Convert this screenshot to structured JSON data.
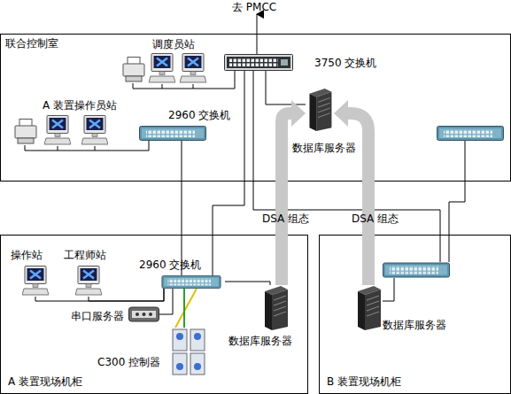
{
  "diagram": {
    "nodes": [
      {
        "text": [
          "联合控制室"
        ]
      },
      {
        "text": [
          "调度员站"
        ],
        "in": 0
      },
      {
        "text": [
          "3750 交换机"
        ],
        "in": 0
      },
      {
        "text": [
          "A 装置操作员站"
        ],
        "in": 0
      },
      {
        "text": [
          "2960 交换机"
        ],
        "in": 0
      },
      {
        "text": [
          "数据库服务器"
        ],
        "in": 0
      },
      {
        "text": [
          "A 装置现场机柜"
        ]
      },
      {
        "text": [
          "操作站"
        ],
        "in": 6
      },
      {
        "text": [
          "工程师站"
        ],
        "in": 6
      },
      {
        "text": [
          "2960 交换机"
        ],
        "in": 6
      },
      {
        "text": [
          "串口服务器"
        ],
        "in": 6
      },
      {
        "text": [
          "C300 控制器"
        ],
        "in": 6
      },
      {
        "text": [
          "数据库服务器"
        ],
        "in": 6
      },
      {
        "text": [
          "B 装置现场机柜"
        ]
      },
      {
        "text": [
          "数据库服务器"
        ],
        "in": 13
      }
    ],
    "edges": [
      {
        "from": 1,
        "to": 2,
        "arrow": "none"
      },
      {
        "from": 2,
        "to": 5,
        "arrow": "none"
      },
      {
        "from": 3,
        "to": 4,
        "arrow": "none"
      },
      {
        "from": 4,
        "to": 9,
        "arrow": "none"
      },
      {
        "from": 2,
        "to": 9,
        "arrow": "none"
      },
      {
        "from": 7,
        "to": 9,
        "arrow": "none"
      },
      {
        "from": 8,
        "to": 9,
        "arrow": "none"
      },
      {
        "from": 10,
        "to": 9,
        "arrow": "none"
      },
      {
        "from": 11,
        "to": 9,
        "arrow": "none"
      },
      {
        "from": 12,
        "to": 9,
        "arrow": "none"
      },
      {
        "from": 12,
        "to": 5,
        "label": "DSA 组态",
        "arrow": "to"
      },
      {
        "from": 14,
        "to": 5,
        "label": "DSA 组态",
        "arrow": "to"
      }
    ],
    "labels": [
      "去 PMCC"
    ]
  }
}
